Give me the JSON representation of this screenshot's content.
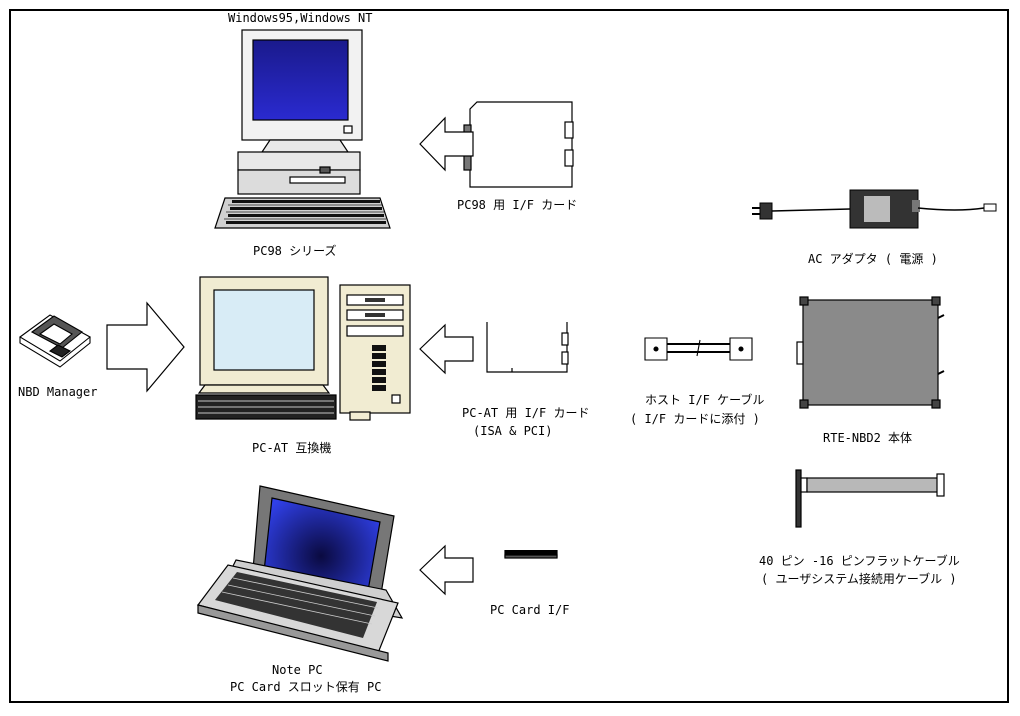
{
  "labels": {
    "os": "Windows95,Windows NT",
    "pc98": "PC98 シリーズ",
    "pc98_card": "PC98 用 I/F カード",
    "ac_adapter": "AC アダプタ ( 電源 )",
    "nbd_manager": "NBD Manager",
    "pcat": "PC-AT 互換機",
    "pcat_card_1": "PC-AT 用 I/F カード",
    "pcat_card_2": "(ISA & PCI)",
    "host_cable_1": "ホスト I/F ケーブル",
    "host_cable_2": "( I/F カードに添付 )",
    "rte": "RTE-NBD2 本体",
    "flat_cable_1": "40 ピン -16 ピンフラットケーブル",
    "flat_cable_2": "( ユーザシステム接続用ケーブル )",
    "pccard": "PC Card I/F",
    "note_1": "Note PC",
    "note_2": "PC Card スロット保有 PC"
  }
}
